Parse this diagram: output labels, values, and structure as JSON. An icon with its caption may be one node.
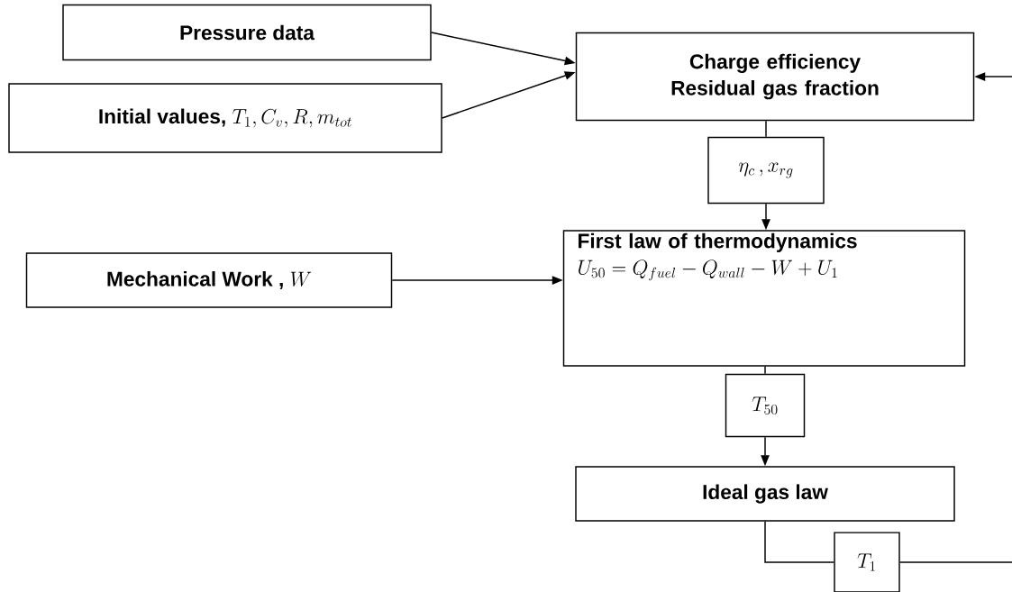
{
  "diagram": {
    "nodes": [
      {
        "text": [
          "Pressure data"
        ]
      },
      {
        "text": [
          "Initial values,",
          "T_{1}, C_{v}, R, m_{tot}"
        ]
      },
      {
        "text": [
          "Charge efficiency Residual gas fraction"
        ]
      },
      {
        "text": [
          "\\eta_{c}\\,, x_{rg}"
        ]
      },
      {
        "text": [
          "Mechanical Work ,",
          "W"
        ]
      },
      {
        "text": [
          "First law of thermodynamics",
          "U_{50} = Q_{fuel} - Q_{wall} - W + U_{1}"
        ]
      },
      {
        "text": [
          "T_{50}"
        ]
      },
      {
        "text": [
          "Ideal gas law"
        ]
      },
      {
        "text": [
          "T_{1}"
        ]
      }
    ],
    "edges": [
      {
        "from": 0,
        "to": 2,
        "arrow": "to"
      },
      {
        "from": 1,
        "to": 2,
        "arrow": "to"
      },
      {
        "from": 2,
        "to": 3,
        "arrow": "none"
      },
      {
        "from": 3,
        "to": 5,
        "arrow": "to"
      },
      {
        "from": 4,
        "to": 5,
        "arrow": "to"
      },
      {
        "from": 5,
        "to": 6,
        "arrow": "none"
      },
      {
        "from": 6,
        "to": 7,
        "arrow": "to"
      },
      {
        "from": 7,
        "to": 8,
        "arrow": "none"
      },
      {
        "from": 8,
        "to": null,
        "arrow": "none"
      },
      {
        "from": null,
        "to": 2,
        "arrow": "to"
      }
    ]
  }
}
